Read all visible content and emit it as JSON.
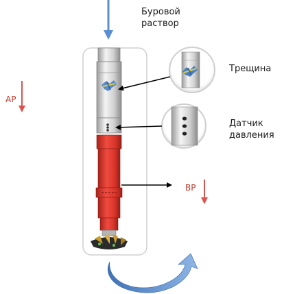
{
  "labels": {
    "drilling_fluid": "Буровой\nраствор",
    "crack": "Трещина",
    "pressure_sensor": "Датчик\nдавления",
    "ap": "AP",
    "bp": "BP"
  },
  "colors": {
    "flow_arrow": "#5b8fd1",
    "pressure_arrow": "#d9534f",
    "pointer_arrow": "#000000",
    "tool_red": "#e03a2f",
    "tool_grey": "#d8d8d8",
    "crack_mark": "#4a7fc4"
  },
  "icons": {
    "flow_in": "down-arrow-icon",
    "return_flow": "curved-arrow-icon",
    "bit": "drill-bit-icon"
  }
}
